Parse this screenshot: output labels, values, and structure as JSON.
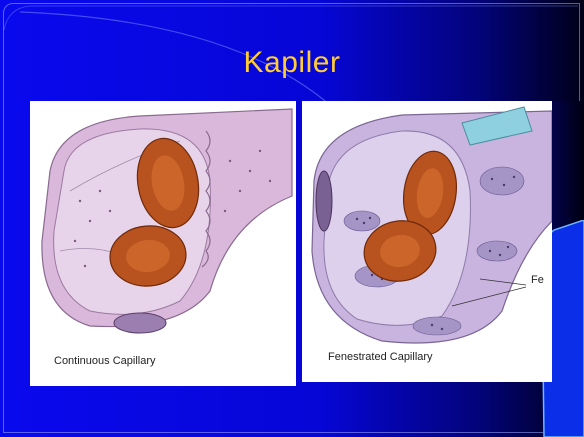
{
  "slide": {
    "title": "Kapiler",
    "colors": {
      "background": "#0909ee",
      "title": "#ffcc33",
      "panel": "#ffffff"
    }
  },
  "figures": {
    "left": {
      "caption": "Continuous Capillary",
      "illustration": "continuous-capillary-cross-section"
    },
    "right": {
      "caption": "Fenestrated Capillary",
      "label": "Fe",
      "illustration": "fenestrated-capillary-cross-section"
    }
  }
}
